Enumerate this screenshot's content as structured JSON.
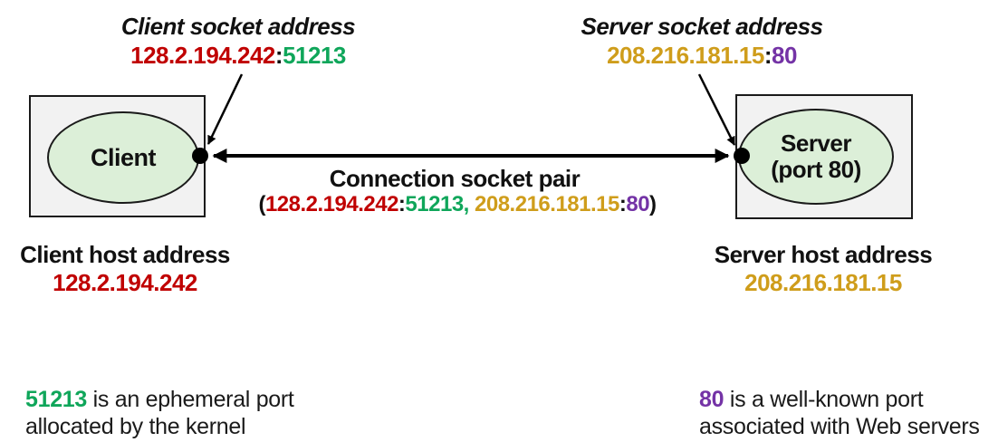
{
  "colors": {
    "red": "#c00000",
    "green": "#0fa65a",
    "gold": "#cf9d1b",
    "purple": "#7433a6",
    "ellipse_fill": "#dcefd8",
    "box_fill": "#f2f2f2",
    "line": "#000000"
  },
  "client_socket": {
    "label": "Client socket address",
    "ip": "128.2.194.242",
    "colon": ":",
    "port": "51213"
  },
  "server_socket": {
    "label": "Server socket address",
    "ip": "208.216.181.15",
    "colon": ":",
    "port": "80"
  },
  "client_node": {
    "label": "Client"
  },
  "server_node": {
    "line1": "Server",
    "line2": "(port 80)"
  },
  "connection": {
    "title": "Connection socket pair",
    "open": "(",
    "client_ip": "128.2.194.242",
    "colon1": ":",
    "client_port": "51213",
    "comma": ", ",
    "server_ip": "208.216.181.15",
    "colon2": ":",
    "server_port": "80",
    "close": ")"
  },
  "client_host": {
    "label": "Client host address",
    "ip": "128.2.194.242"
  },
  "server_host": {
    "label": "Server host address",
    "ip": "208.216.181.15"
  },
  "client_note": {
    "port": "51213",
    "line1_rest": " is an ephemeral port",
    "line2": "allocated by the kernel"
  },
  "server_note": {
    "port": "80",
    "line1_rest": " is a well-known port",
    "line2": "associated with Web servers"
  }
}
